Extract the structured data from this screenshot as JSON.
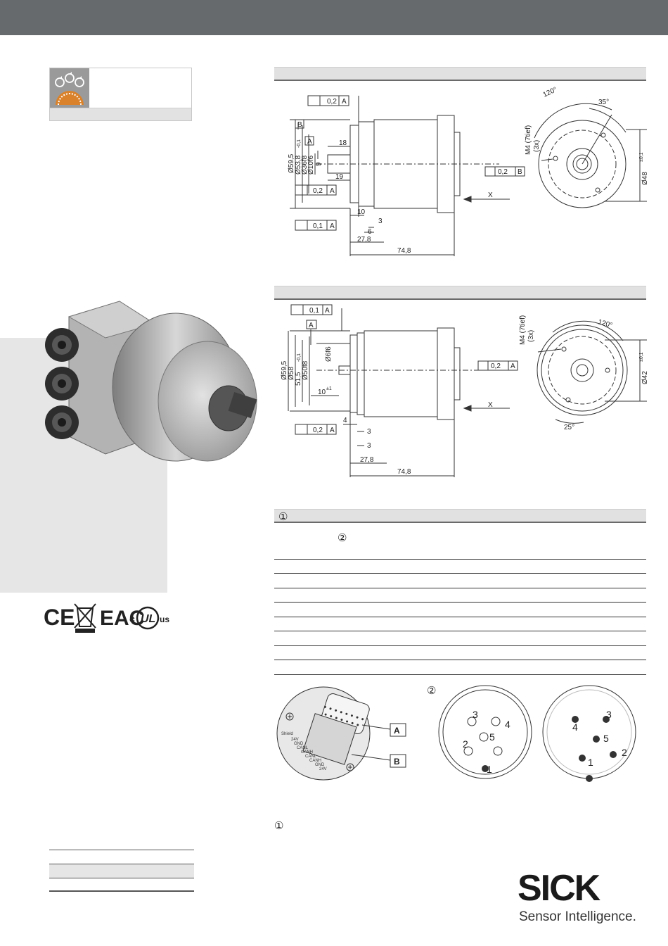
{
  "header": {
    "color": "#666a6d"
  },
  "colors": {
    "panel_gray": "#e6e6e6",
    "bar_gray": "#e1e1e1",
    "line": "#333333"
  },
  "icon_box": {
    "icon": "rotary-encoder-icon"
  },
  "certifications": {
    "ce": "CE",
    "eac": "EAC",
    "ul_c": "c",
    "ul_us": "us",
    "weee": "weee-bin-icon"
  },
  "drawing1": {
    "datum_b": "B",
    "datum_a": "A",
    "flatness": "0,2",
    "flatness_ref": "A",
    "d_flange": "Ø59,5",
    "d_body": "Ø53,8",
    "d_body_tol": "-0,1",
    "d_spigot": "Ø36f8",
    "d_shaft": "Ø10f6",
    "d_shaft_flat": "9",
    "len_18": "18",
    "len_19": "19",
    "len_10": "10",
    "len_3": "3",
    "len_6": "6",
    "len_27": "27,8",
    "len_74": "74,8",
    "runout1": "0,2",
    "runout1_ref": "A",
    "runout2": "0,1",
    "runout2_ref": "A",
    "x": "X",
    "ang_120": "120°",
    "ang_35": "35°",
    "thread": "M4 (7tief)",
    "thread_qty": "(3x)",
    "pos_tol": "0,2",
    "pos_ref": "B",
    "bolt_circle": "Ø48",
    "bolt_circle_tol": "±0,1"
  },
  "drawing2": {
    "runout_top": "0,1",
    "runout_top_ref": "A",
    "datum_a": "A",
    "d_flange": "Ø59,5",
    "d_body": "Ø58",
    "d_spigot_c": "51,5",
    "d_spigot_tol": "-0,1",
    "d_spigot": "Ø50f8",
    "d_shaft": "Ø6f6",
    "len_10": "10",
    "len_10_tol": "±1",
    "len_4": "4",
    "len_3a": "3",
    "len_3b": "3",
    "runout": "0,2",
    "runout_ref": "A",
    "len_27": "27,8",
    "len_74": "74,8",
    "x": "X",
    "thread": "M4 (7tief)",
    "thread_qty": "(3x)",
    "pos_tol": "0,2",
    "pos_ref": "A",
    "ang_120": "120°",
    "ang_25": "25°",
    "bolt_circle": "Ø42",
    "bolt_circle_tol": "±0,1"
  },
  "connection": {
    "section_num": "①",
    "connector_num": "②",
    "footnote_num": "①",
    "label_a": "A",
    "label_b": "B",
    "terminals": [
      "Shield",
      "24V",
      "GND",
      "CANL",
      "CANH",
      "CANL",
      "CANH",
      "GND",
      "24V"
    ],
    "pins_male": [
      "1",
      "2",
      "3",
      "4",
      "5"
    ],
    "pins_female": [
      "1",
      "2",
      "3",
      "4",
      "5"
    ]
  },
  "logo": {
    "word": "SICK",
    "tagline": "Sensor Intelligence."
  }
}
